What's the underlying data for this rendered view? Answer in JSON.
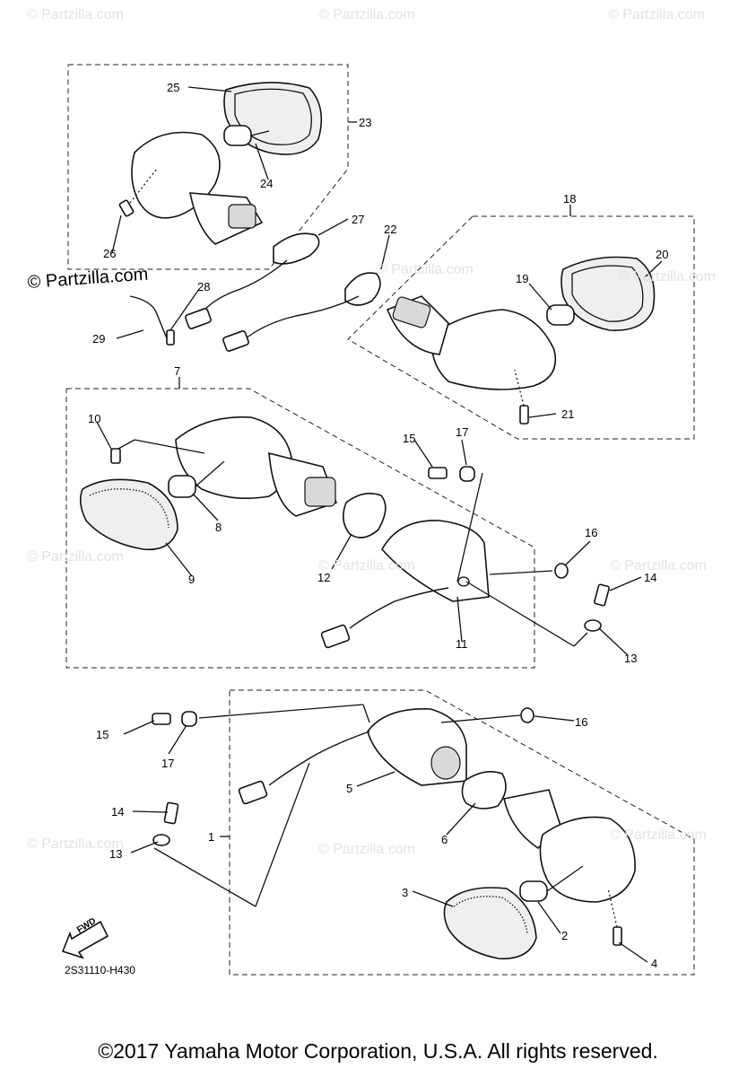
{
  "watermark": {
    "main": "© Partzilla.com",
    "faint": "© Partzilla.com"
  },
  "callouts": {
    "p1": "1",
    "p2": "2",
    "p3": "3",
    "p4": "4",
    "p5": "5",
    "p6": "6",
    "p7": "7",
    "p8": "8",
    "p9": "9",
    "p10": "10",
    "p11": "11",
    "p12": "12",
    "p13a": "13",
    "p13b": "13",
    "p14a": "14",
    "p14b": "14",
    "p15a": "15",
    "p15b": "15",
    "p16a": "16",
    "p16b": "16",
    "p17a": "17",
    "p17b": "17",
    "p18": "18",
    "p19": "19",
    "p20": "20",
    "p21": "21",
    "p22": "22",
    "p23": "23",
    "p24": "24",
    "p25": "25",
    "p26": "26",
    "p27": "27",
    "p28": "28",
    "p29": "29"
  },
  "fwd_label": "FWD",
  "diagram_code": "2S31110-H430",
  "footer": "©2017 Yamaha Motor Corporation, U.S.A. All rights reserved."
}
